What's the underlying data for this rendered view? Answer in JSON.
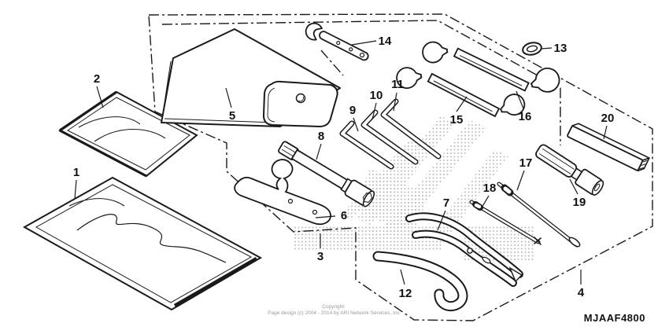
{
  "diagram": {
    "code": "MJAAF4800",
    "copyright": {
      "line1": "Copyright:",
      "line2": "Page design (c) 2004 - 2014 by ARI Network Services, Inc"
    },
    "callouts": [
      "1",
      "2",
      "3",
      "4",
      "5",
      "6",
      "7",
      "8",
      "9",
      "10",
      "11",
      "12",
      "13",
      "14",
      "15",
      "16",
      "17",
      "18",
      "19",
      "20"
    ],
    "colors": {
      "line": "#1a1a1a",
      "stipple": "#8f8f8f",
      "background": "#ffffff"
    }
  }
}
